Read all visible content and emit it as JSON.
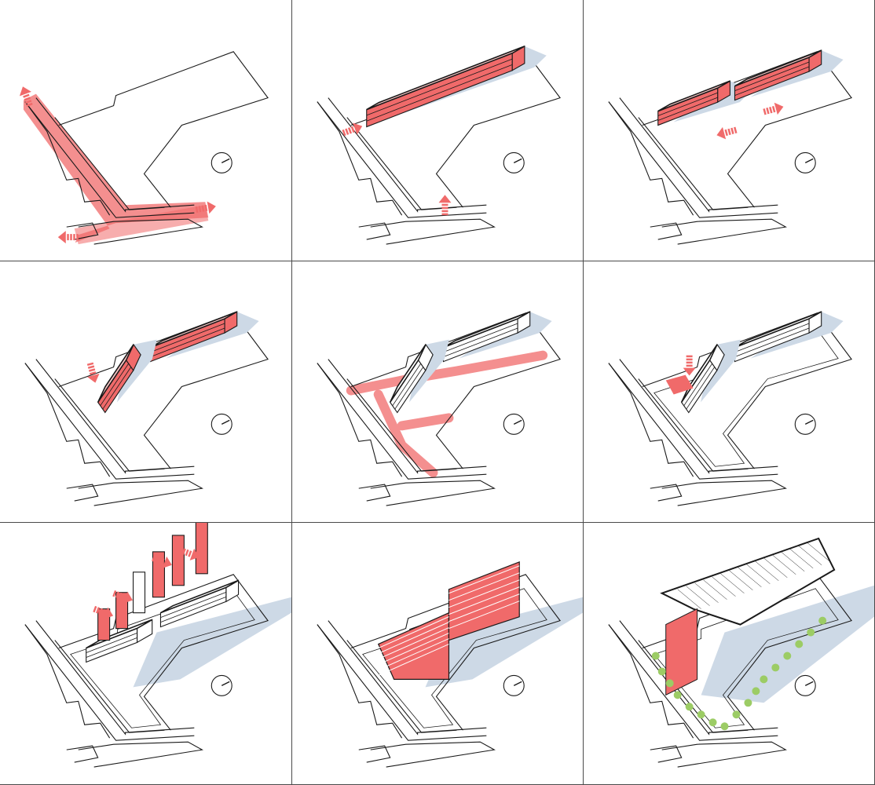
{
  "diagram": {
    "grid": {
      "rows": 3,
      "columns": 3
    },
    "panels": [
      {
        "id": "p1",
        "step": 1,
        "highlight": "access-roads"
      },
      {
        "id": "p2",
        "step": 2,
        "highlight": "single-linear-volume"
      },
      {
        "id": "p3",
        "step": 3,
        "highlight": "volume-split"
      },
      {
        "id": "p4",
        "step": 4,
        "highlight": "volume-rotation"
      },
      {
        "id": "p5",
        "step": 5,
        "highlight": "internal-circulation"
      },
      {
        "id": "p6",
        "step": 6,
        "highlight": "entrance-cut"
      },
      {
        "id": "p7",
        "step": 7,
        "highlight": "towers"
      },
      {
        "id": "p8",
        "step": 8,
        "highlight": "stacked-floors"
      },
      {
        "id": "p9",
        "step": 9,
        "highlight": "roof-and-landscape"
      }
    ],
    "colors": {
      "highlight": "#f06a6a",
      "highlight_light": "#f8c6c6",
      "shadow": "#cdd9e6",
      "line": "#1a1a1a",
      "tree": "#9ccc65",
      "frame": "#4a4a4a"
    },
    "icons": [
      "north-arrow-icon",
      "arrow-icon",
      "tree-icon"
    ]
  }
}
